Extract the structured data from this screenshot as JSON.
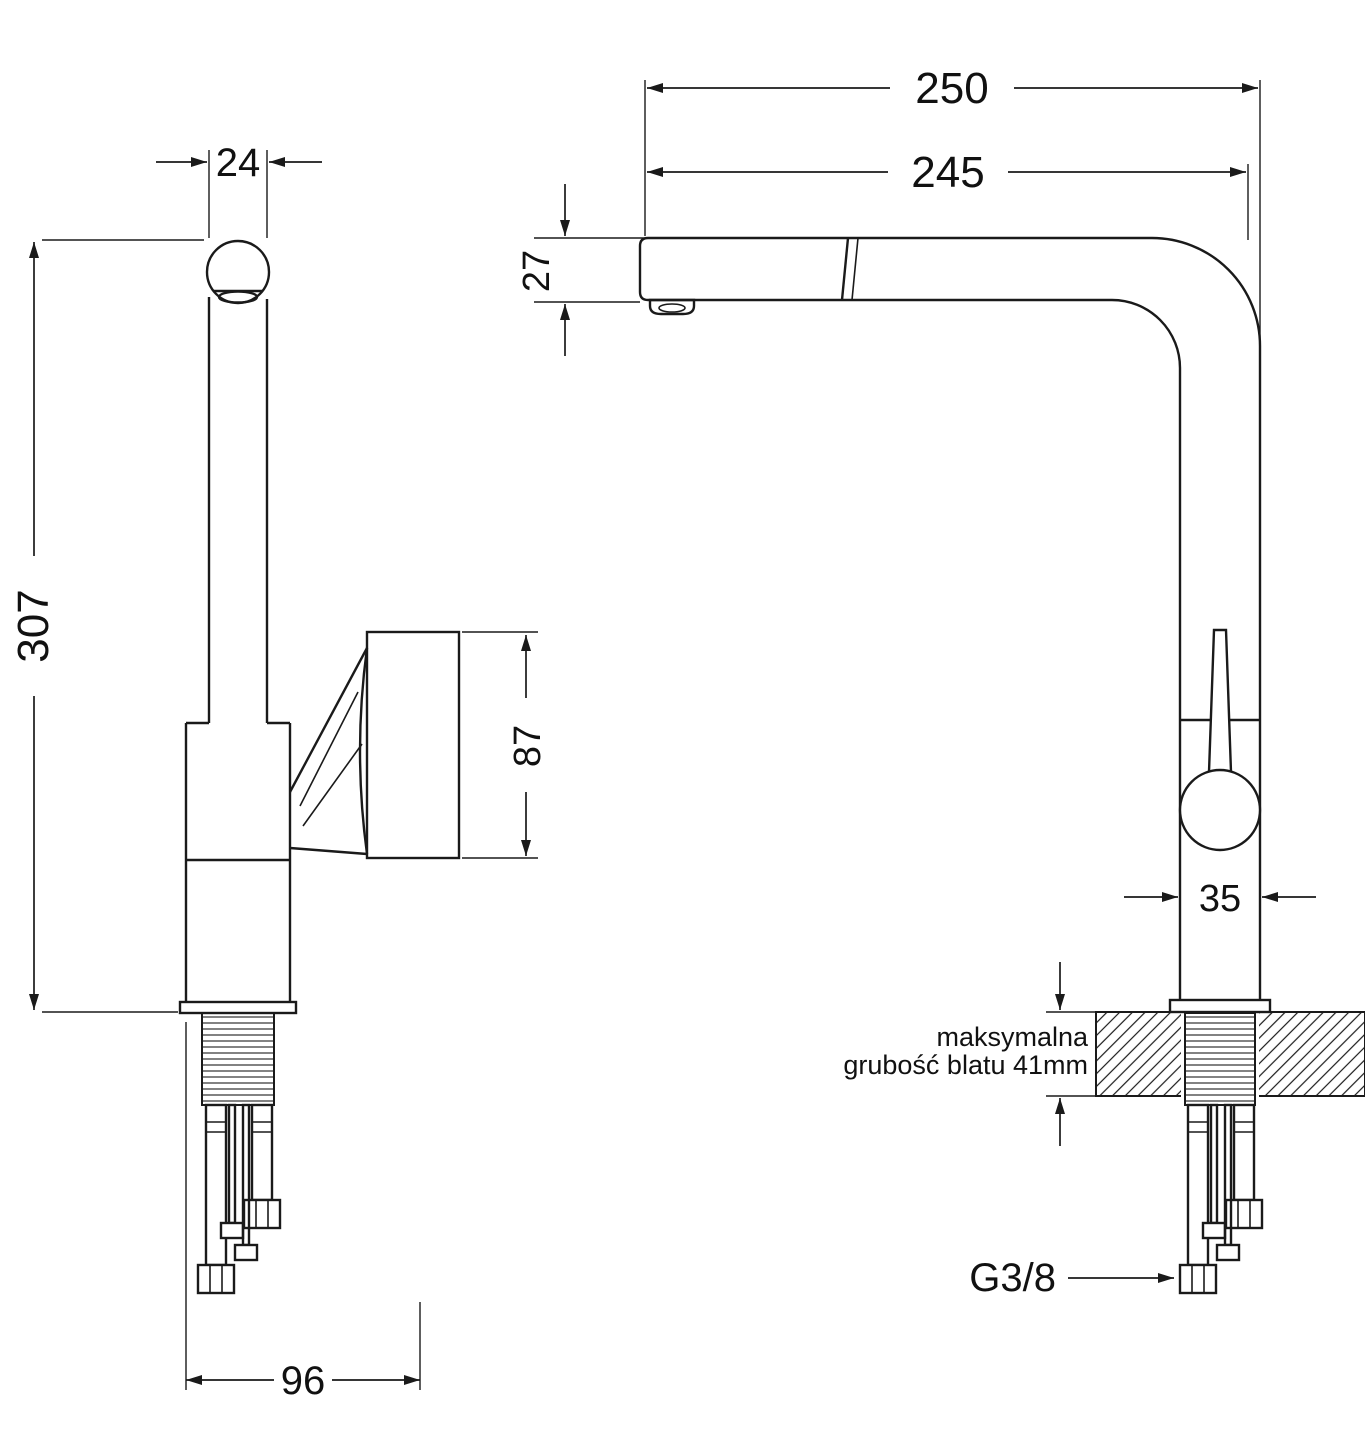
{
  "drawing": {
    "side_view": {
      "top_width": "24",
      "total_height": "307",
      "handle_depth": "87",
      "base_offset": "96"
    },
    "front_view": {
      "total_reach": "250",
      "spout_reach": "245",
      "spout_height": "27",
      "body_width": "35",
      "thread_size": "G3/8",
      "counter_note_line1": "maksymalna",
      "counter_note_line2": "grubość blatu 41mm"
    }
  },
  "colors": {
    "line": "#1a1a1a",
    "background": "#ffffff"
  }
}
